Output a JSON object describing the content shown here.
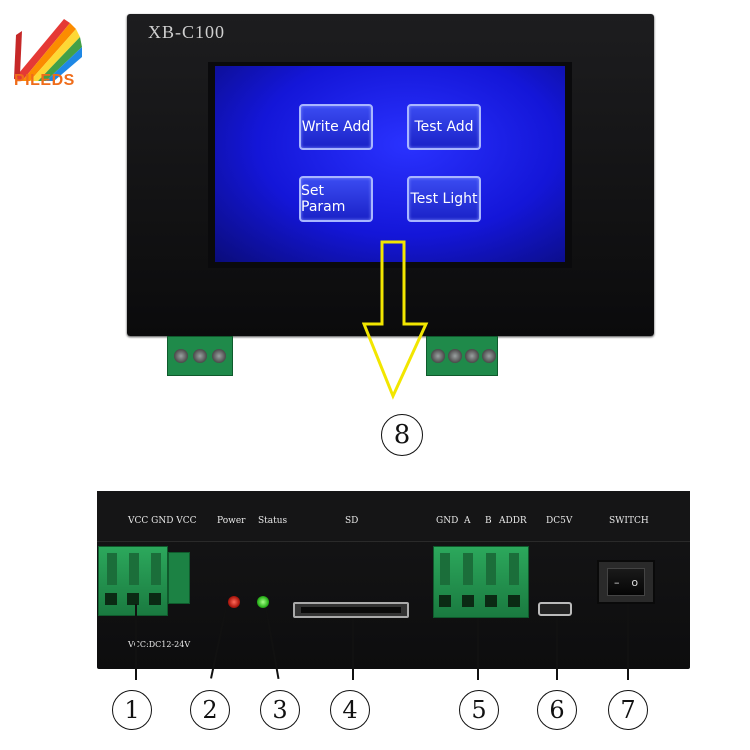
{
  "brand": {
    "name": "PILEDS"
  },
  "top_device": {
    "model": "XB-C100",
    "touch_buttons": [
      "Write Add",
      "Test Add",
      "Set Param",
      "Test Light"
    ]
  },
  "arrow_callout": {
    "number": "8"
  },
  "bottom_device": {
    "labels": {
      "vcc_gnd_vcc": "VCC GND VCC",
      "power": "Power",
      "status": "Status",
      "sd": "SD",
      "gnd": "GND",
      "a": "A",
      "b": "B",
      "addr": "ADDR",
      "dc5v": "DC5V",
      "switch": "SWITCH",
      "vcc_range": "VCC:DC12-24V"
    },
    "switch_marks": {
      "off": "–",
      "on": "o"
    }
  },
  "callouts": [
    "1",
    "2",
    "3",
    "4",
    "5",
    "6",
    "7"
  ],
  "colors": {
    "screen_blue": "#1416d8",
    "terminal_green": "#1f8a4a",
    "arrow_yellow": "#f2e600",
    "logo_orange": "#ef6c1a"
  }
}
